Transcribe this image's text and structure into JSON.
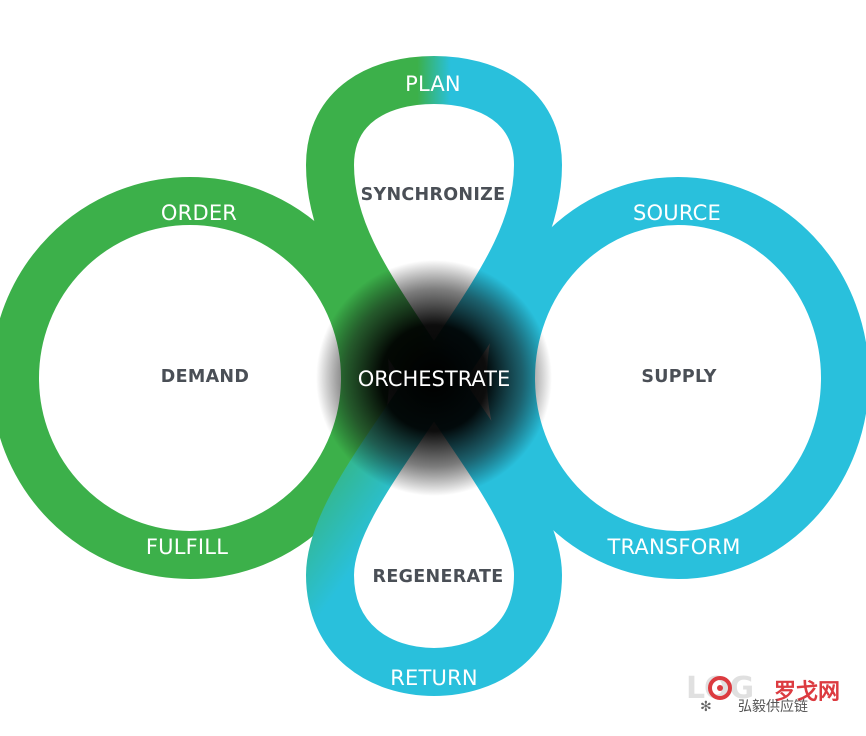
{
  "diagram": {
    "center": "ORCHESTRATE",
    "loops": {
      "top": {
        "ring": "PLAN",
        "inner": "SYNCHRONIZE"
      },
      "left": {
        "ring_upper": "ORDER",
        "ring_lower": "FULFILL",
        "inner": "DEMAND"
      },
      "right": {
        "ring_upper": "SOURCE",
        "ring_lower": "TRANSFORM",
        "inner": "SUPPLY"
      },
      "bottom": {
        "ring": "RETURN",
        "inner": "REGENERATE"
      }
    }
  },
  "colors": {
    "green": "#3cb04a",
    "blue": "#29c0dc",
    "center": "#000000",
    "inner_text": "#4a4f56",
    "watermark_red": "#d9262c"
  },
  "watermark": {
    "logo_text": "LOG",
    "brand": "罗戈网",
    "caption": "弘毅供应链"
  }
}
